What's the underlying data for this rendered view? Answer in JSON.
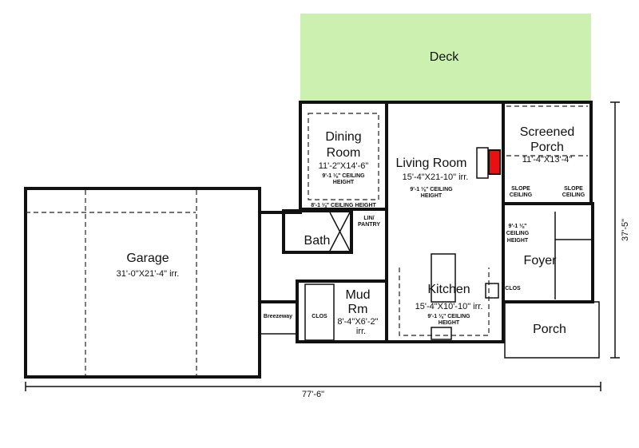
{
  "colors": {
    "deck": "#ccf0b0",
    "interior": "#f7f0c6",
    "porch": "#9bd6f6",
    "fireplace": "#e81010",
    "garage": "#ffffff"
  },
  "rooms": {
    "deck": {
      "name": "Deck"
    },
    "dining": {
      "name1": "Dining",
      "name2": "Room",
      "size": "11'-2\"X14'-6\"",
      "ceiling1": "9'-1 ⅛\" CEILING",
      "ceiling2": "HEIGHT",
      "ceiling_outer": "8'-1 ⅛\" CEILING HEIGHT"
    },
    "living": {
      "name": "Living Room",
      "size": "15'-4\"X21-10\" irr.",
      "ceiling1": "9'-1 ⅛\" CEILING",
      "ceiling2": "HEIGHT"
    },
    "screened_porch": {
      "name1": "Screened",
      "name2": "Porch",
      "size": "11'-4\"X13'-4\"",
      "slope1a": "SLOPE",
      "slope1b": "CEILING",
      "slope2a": "SLOPE",
      "slope2b": "CEILING"
    },
    "garage": {
      "name": "Garage",
      "size": "31'-0\"X21'-4\" irr."
    },
    "bath": {
      "name": "Bath"
    },
    "pantry": {
      "line1": "LIN/",
      "line2": "PANTRY"
    },
    "kitchen": {
      "name": "Kitchen",
      "size": "15'-4\"X10'-10\" irr.",
      "ceiling1": "9'-1 ⅛\" CEILING",
      "ceiling2": "HEIGHT"
    },
    "mud": {
      "name1": "Mud",
      "name2": "Rm",
      "size": "8'-4\"X6'-2\"",
      "irr": "irr."
    },
    "mud_clos": {
      "name": "CLOS"
    },
    "foyer": {
      "name": "Foyer",
      "ceiling1": "9'-1 ⅛\"",
      "ceiling2": "CEILING",
      "ceiling3": "HEIGHT"
    },
    "foyer_clos": {
      "name": "CLOS"
    },
    "breezeway": {
      "name": "Breezeway"
    },
    "porch": {
      "name": "Porch"
    }
  },
  "dimensions": {
    "width": "77'-6\"",
    "depth": "37'-5\""
  }
}
